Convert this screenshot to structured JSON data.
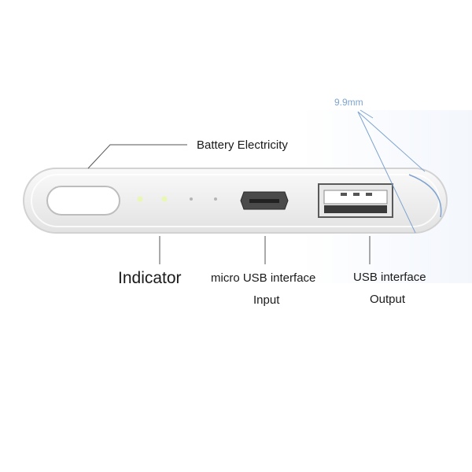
{
  "labels": {
    "battery": "Battery Electricity",
    "indicator": "Indicator",
    "micro_usb_line1": "micro USB interface",
    "micro_usb_line2": "Input",
    "usb_line1": "USB interface",
    "usb_line2": "Output",
    "thickness": "9.9mm"
  },
  "colors": {
    "body": "#eeeeee",
    "outline": "#d2d2d2",
    "dimension_line": "#7fa4cf",
    "leader_line": "#555555",
    "led": "#e9f7b4"
  },
  "icons": {
    "power": "power-button",
    "leds": "indicator-leds",
    "micro_usb": "micro-usb-port",
    "usb": "usb-a-port"
  }
}
